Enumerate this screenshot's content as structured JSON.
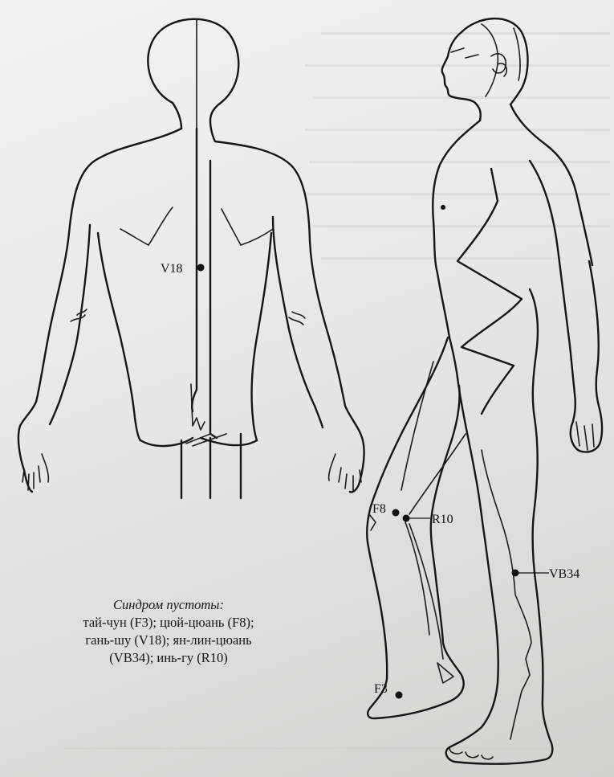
{
  "caption": {
    "title": "Синдром пустоты:",
    "lines": [
      "тай-чун (F3); цюй-цюань (F8);",
      "гань-шу (V18); ян-лин-цюань",
      "(VB34); инь-гу (R10)"
    ]
  },
  "points": {
    "v18": "V18",
    "f8": "F8",
    "r10": "R10",
    "vb34": "VB34",
    "f3": "F3"
  },
  "colors": {
    "ink": "#161616",
    "paper": "#ecebe8"
  }
}
